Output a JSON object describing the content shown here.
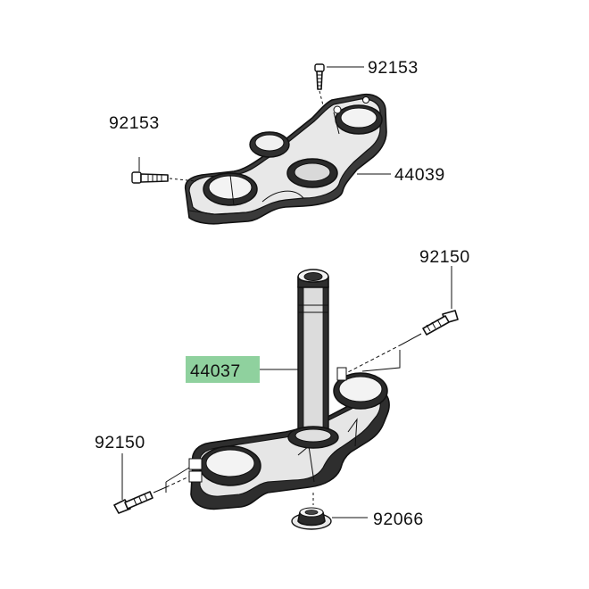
{
  "diagram": {
    "highlight_color": "#8fd19e",
    "parts": [
      {
        "id": "bolt-top-upper",
        "label": "92153"
      },
      {
        "id": "bolt-top-left",
        "label": "92153"
      },
      {
        "id": "upper-clamp",
        "label": "44039"
      },
      {
        "id": "bolt-right",
        "label": "92150"
      },
      {
        "id": "stem",
        "label": "44037",
        "highlighted": true
      },
      {
        "id": "bolt-left",
        "label": "92150"
      },
      {
        "id": "nut",
        "label": "92066"
      }
    ]
  }
}
